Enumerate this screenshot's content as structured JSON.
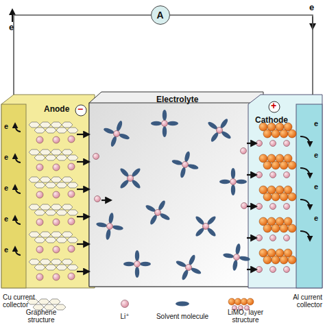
{
  "diagram": {
    "nodes": [
      {
        "text": [
          "A"
        ]
      },
      {
        "text": [
          "Anode"
        ]
      },
      {
        "text": [
          "Electrolyte"
        ]
      },
      {
        "text": [
          "Cathode"
        ]
      }
    ],
    "edges": [
      {
        "from": 1,
        "to": 0,
        "arrow": "none"
      },
      {
        "from": 0,
        "to": 3,
        "arrow": "none"
      }
    ],
    "labels": [
      "e",
      "e",
      "−",
      "+",
      "e",
      "e",
      "e",
      "e",
      "e",
      "e",
      "e",
      "e",
      "e",
      "Cu current collector",
      "Al current collector"
    ],
    "legend": [
      {
        "text": "Graphene structure"
      },
      {
        "text": "Li⁺"
      },
      {
        "text": "Solvent molecule"
      },
      {
        "text": "LiMO₂ layer structure"
      }
    ]
  }
}
